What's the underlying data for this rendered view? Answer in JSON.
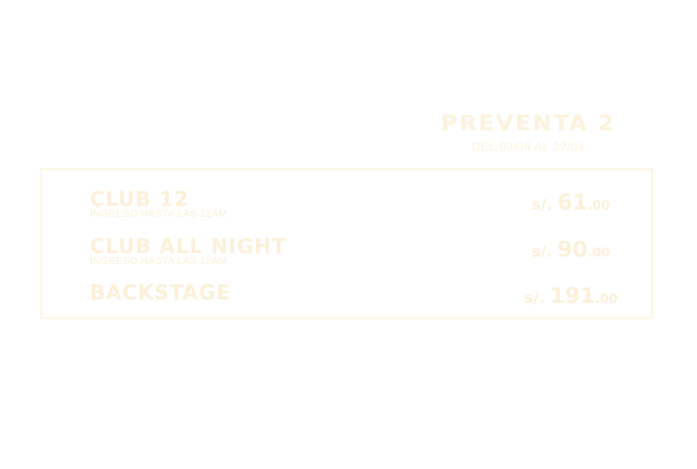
{
  "phase": {
    "title": "PREVENTA 2",
    "dates": "DEL 09/04 AL 22/04"
  },
  "tiers": [
    {
      "name": "CLUB 12",
      "note": "INGRESO HASTA LAS 12AM",
      "currency": "s/.",
      "price_main": "61",
      "price_cents": ".00"
    },
    {
      "name": "CLUB ALL NIGHT",
      "note": "INGRESO HASTA LAS 12AM",
      "currency": "s/.",
      "price_main": "90",
      "price_cents": ".00"
    },
    {
      "name": "BACKSTAGE",
      "note": "",
      "currency": "s/.",
      "price_main": "191",
      "price_cents": ".00"
    }
  ],
  "colors": {
    "background": "#ffffff",
    "text": "#fcf0da",
    "border": "#fdf7ea"
  }
}
